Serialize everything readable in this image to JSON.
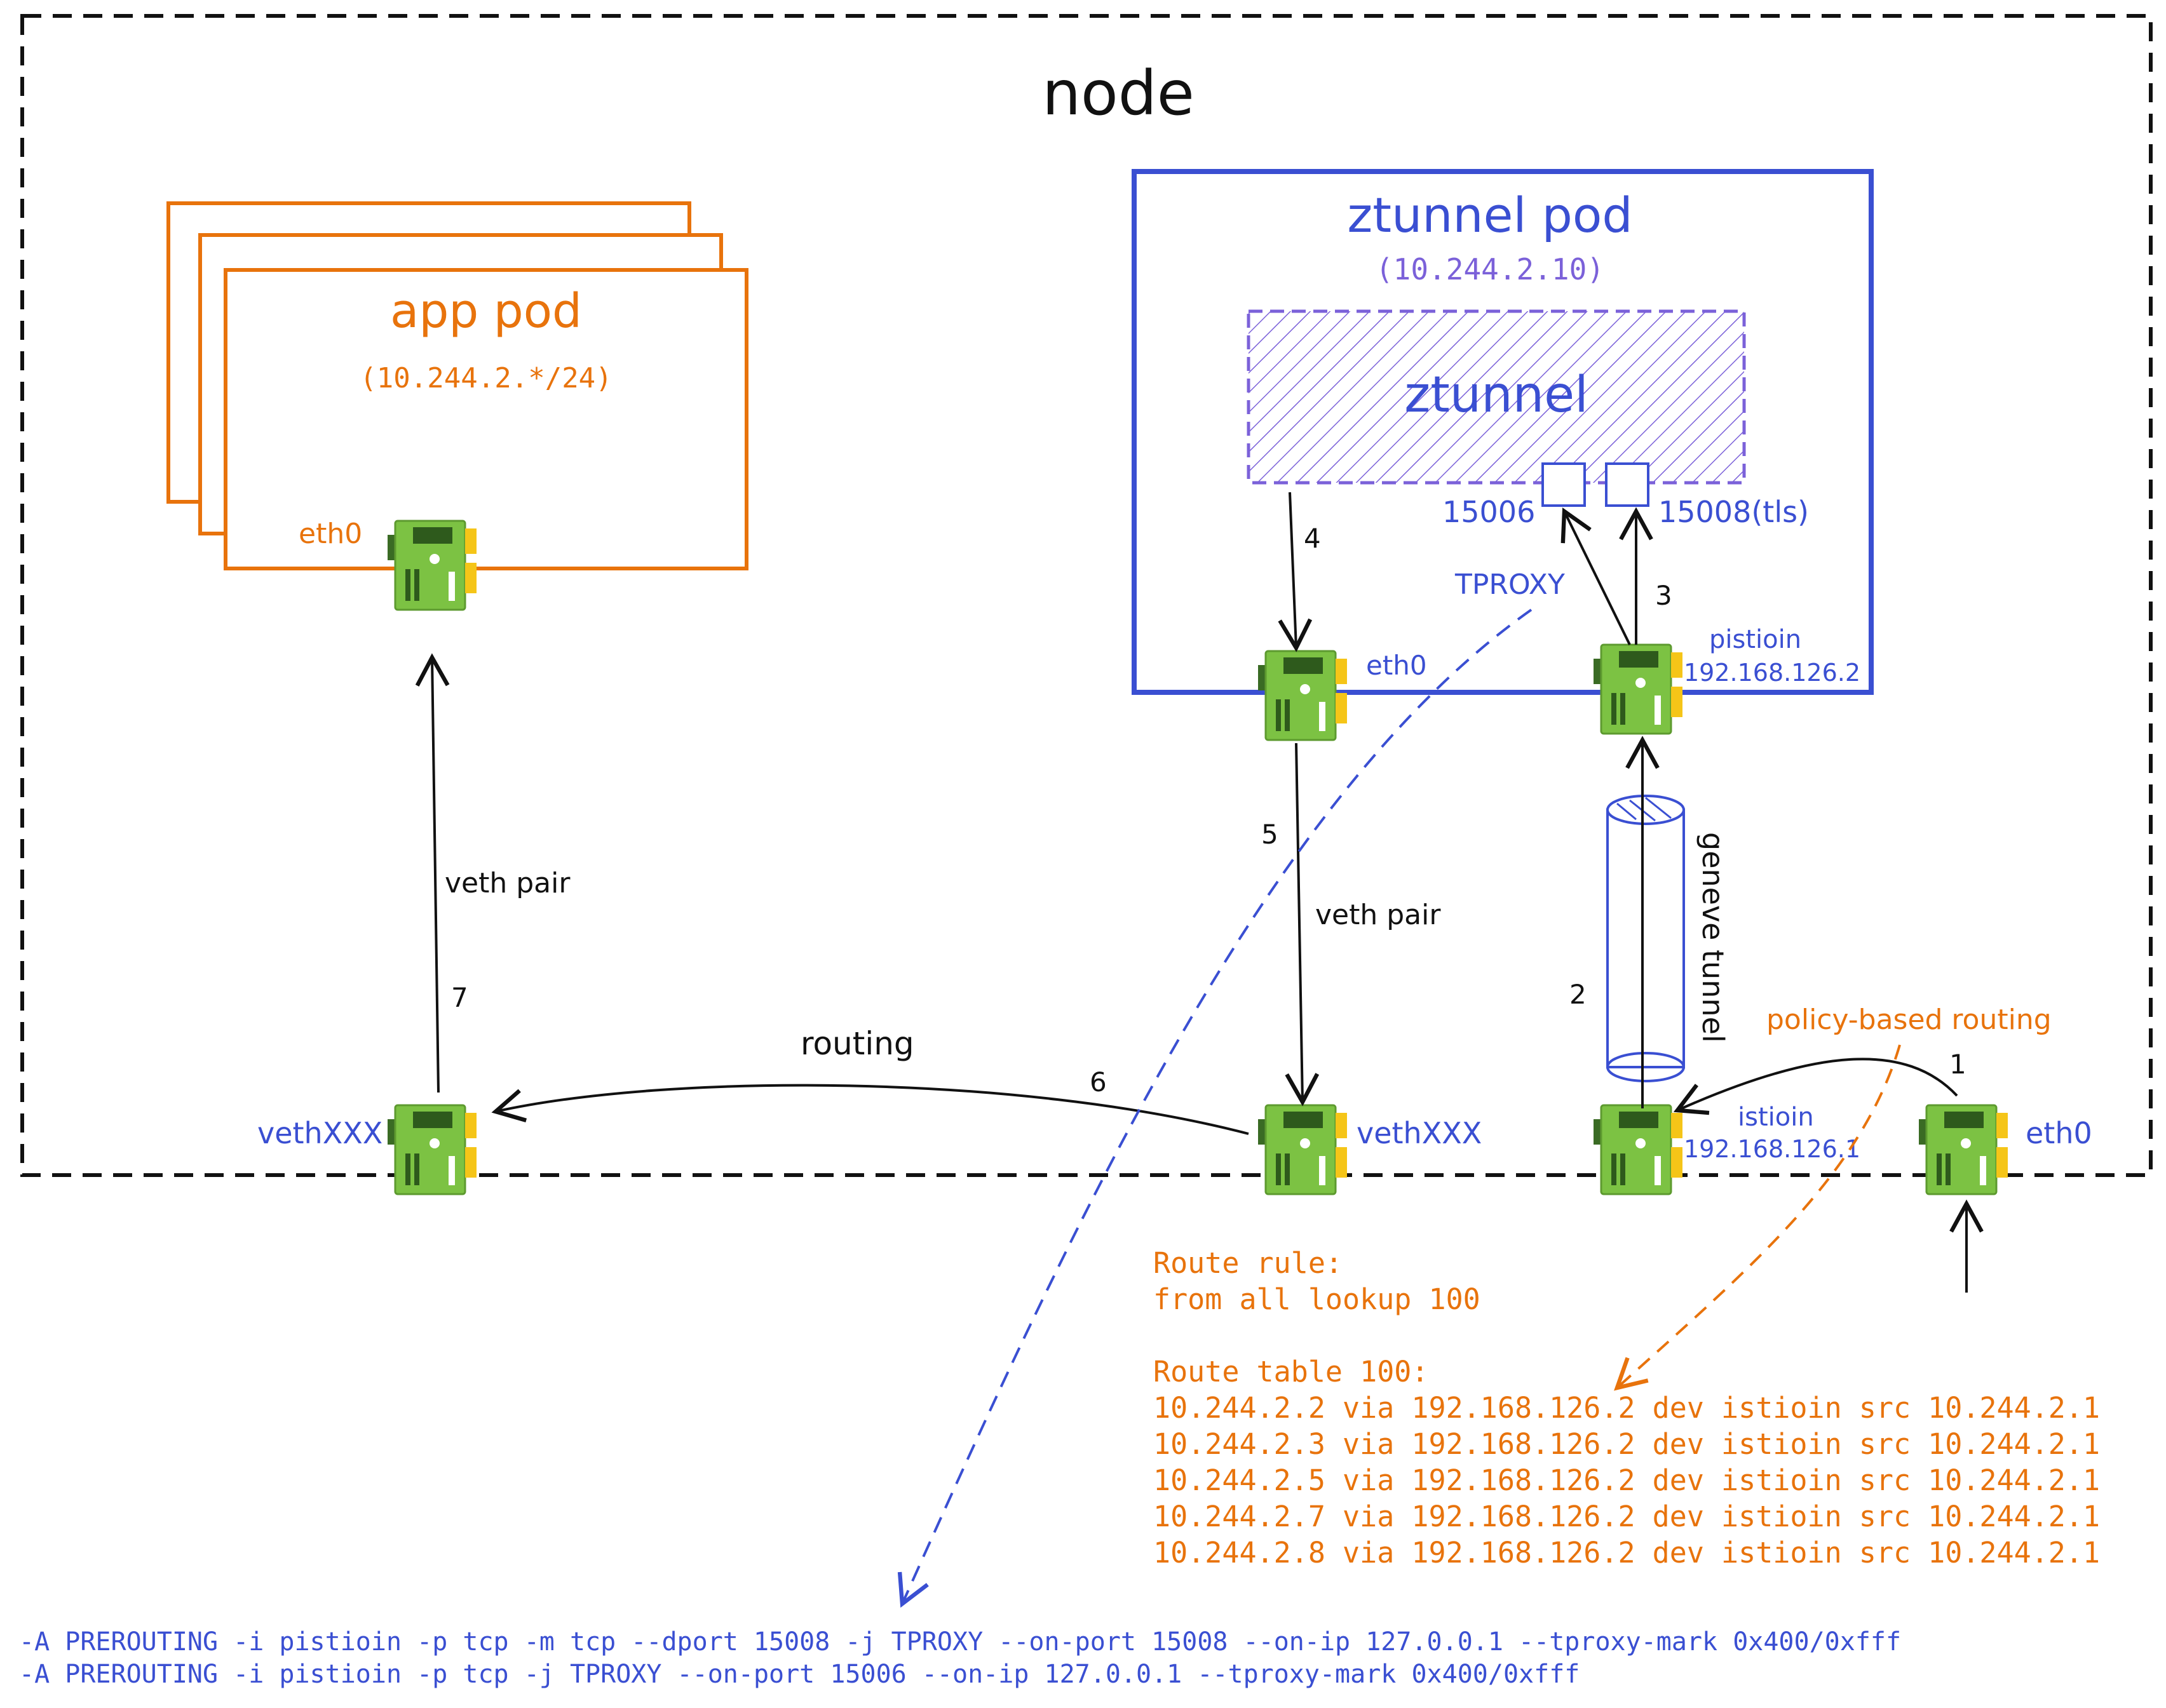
{
  "node_label": "node",
  "app_pod": {
    "title": "app pod",
    "cidr": "(10.244.2.*/24)",
    "nic_label": "eth0"
  },
  "ztunnel_pod": {
    "title": "ztunnel pod",
    "ip": "(10.244.2.10)",
    "process_label": "ztunnel",
    "port_plain": "15006",
    "port_tls": "15008(tls)",
    "eth0_label": "eth0",
    "pistioin_label": "pistioin",
    "pistioin_ip": "192.168.126.2"
  },
  "node_nics": {
    "vethxxx_left": "vethXXX",
    "vethxxx_right": "vethXXX",
    "istioin_label": "istioin",
    "istioin_ip": "192.168.126.1",
    "eth0_label": "eth0"
  },
  "flow": {
    "tproxy_label": "TPROXY",
    "geneve_label": "geneve tunnel",
    "policy_label": "policy-based routing",
    "routing_label": "routing",
    "veth_pair_left": "veth pair",
    "veth_pair_right": "veth pair",
    "steps": [
      "1",
      "2",
      "3",
      "4",
      "5",
      "6",
      "7"
    ]
  },
  "route_config": {
    "rule_header": "Route rule:",
    "rule": "from all lookup 100",
    "table_header": "Route table 100:",
    "routes": [
      "10.244.2.2 via 192.168.126.2 dev istioin src 10.244.2.1",
      "10.244.2.3 via 192.168.126.2 dev istioin src 10.244.2.1",
      "10.244.2.5 via 192.168.126.2 dev istioin src 10.244.2.1",
      "10.244.2.7 via 192.168.126.2 dev istioin src 10.244.2.1",
      "10.244.2.8 via 192.168.126.2 dev istioin src 10.244.2.1"
    ]
  },
  "iptables": [
    "-A PREROUTING -i pistioin -p tcp -m tcp --dport 15008 -j TPROXY --on-port 15008 --on-ip 127.0.0.1 --tproxy-mark 0x400/0xfff",
    "-A PREROUTING -i pistioin -p tcp -j TPROXY --on-port 15006 --on-ip 127.0.0.1 --tproxy-mark 0x400/0xfff"
  ],
  "colors": {
    "orange": "#e8730c",
    "blue": "#3a4fd2",
    "purple": "#7b61d9",
    "black": "#111111",
    "nic_green": "#7cc243",
    "nic_yellow": "#f5c518",
    "nic_dark": "#2e5a1c"
  }
}
